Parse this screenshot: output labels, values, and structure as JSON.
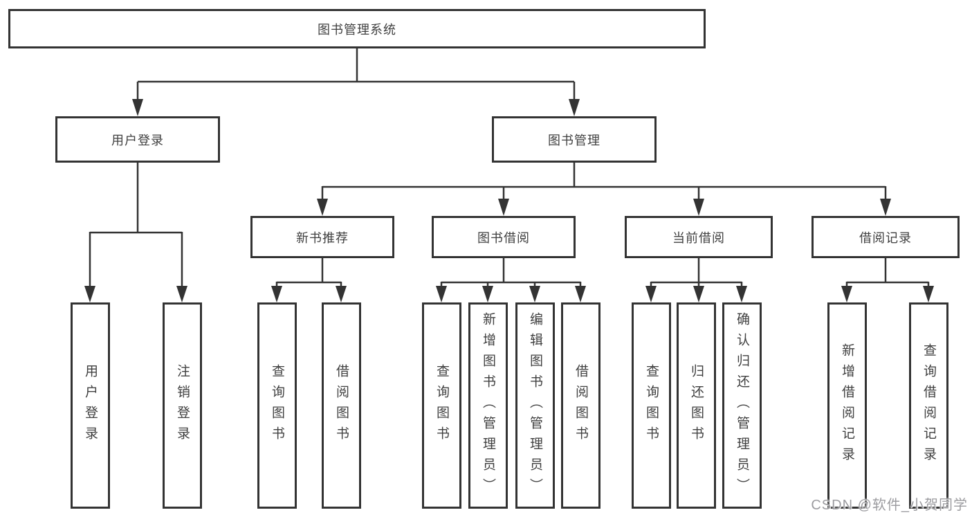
{
  "diagram": {
    "root": {
      "label": "图书管理系统"
    },
    "tree": [
      {
        "label": "用户登录",
        "children": [
          {
            "label": "用户登录"
          },
          {
            "label": "注销登录"
          }
        ]
      },
      {
        "label": "图书管理",
        "children": [
          {
            "label": "新书推荐",
            "children": [
              {
                "label": "查询图书"
              },
              {
                "label": "借阅图书"
              }
            ]
          },
          {
            "label": "图书借阅",
            "children": [
              {
                "label": "查询图书"
              },
              {
                "label": "新增图书（管理员）"
              },
              {
                "label": "编辑图书（管理员）"
              },
              {
                "label": "借阅图书"
              }
            ]
          },
          {
            "label": "当前借阅",
            "children": [
              {
                "label": "查询图书"
              },
              {
                "label": "归还图书"
              },
              {
                "label": "确认归还（管理员）"
              }
            ]
          },
          {
            "label": "借阅记录",
            "children": [
              {
                "label": "新增借阅记录"
              },
              {
                "label": "查询借阅记录"
              }
            ]
          }
        ]
      }
    ],
    "line_color": "#333333",
    "watermark": "CSDN @软件_小贺同学"
  }
}
